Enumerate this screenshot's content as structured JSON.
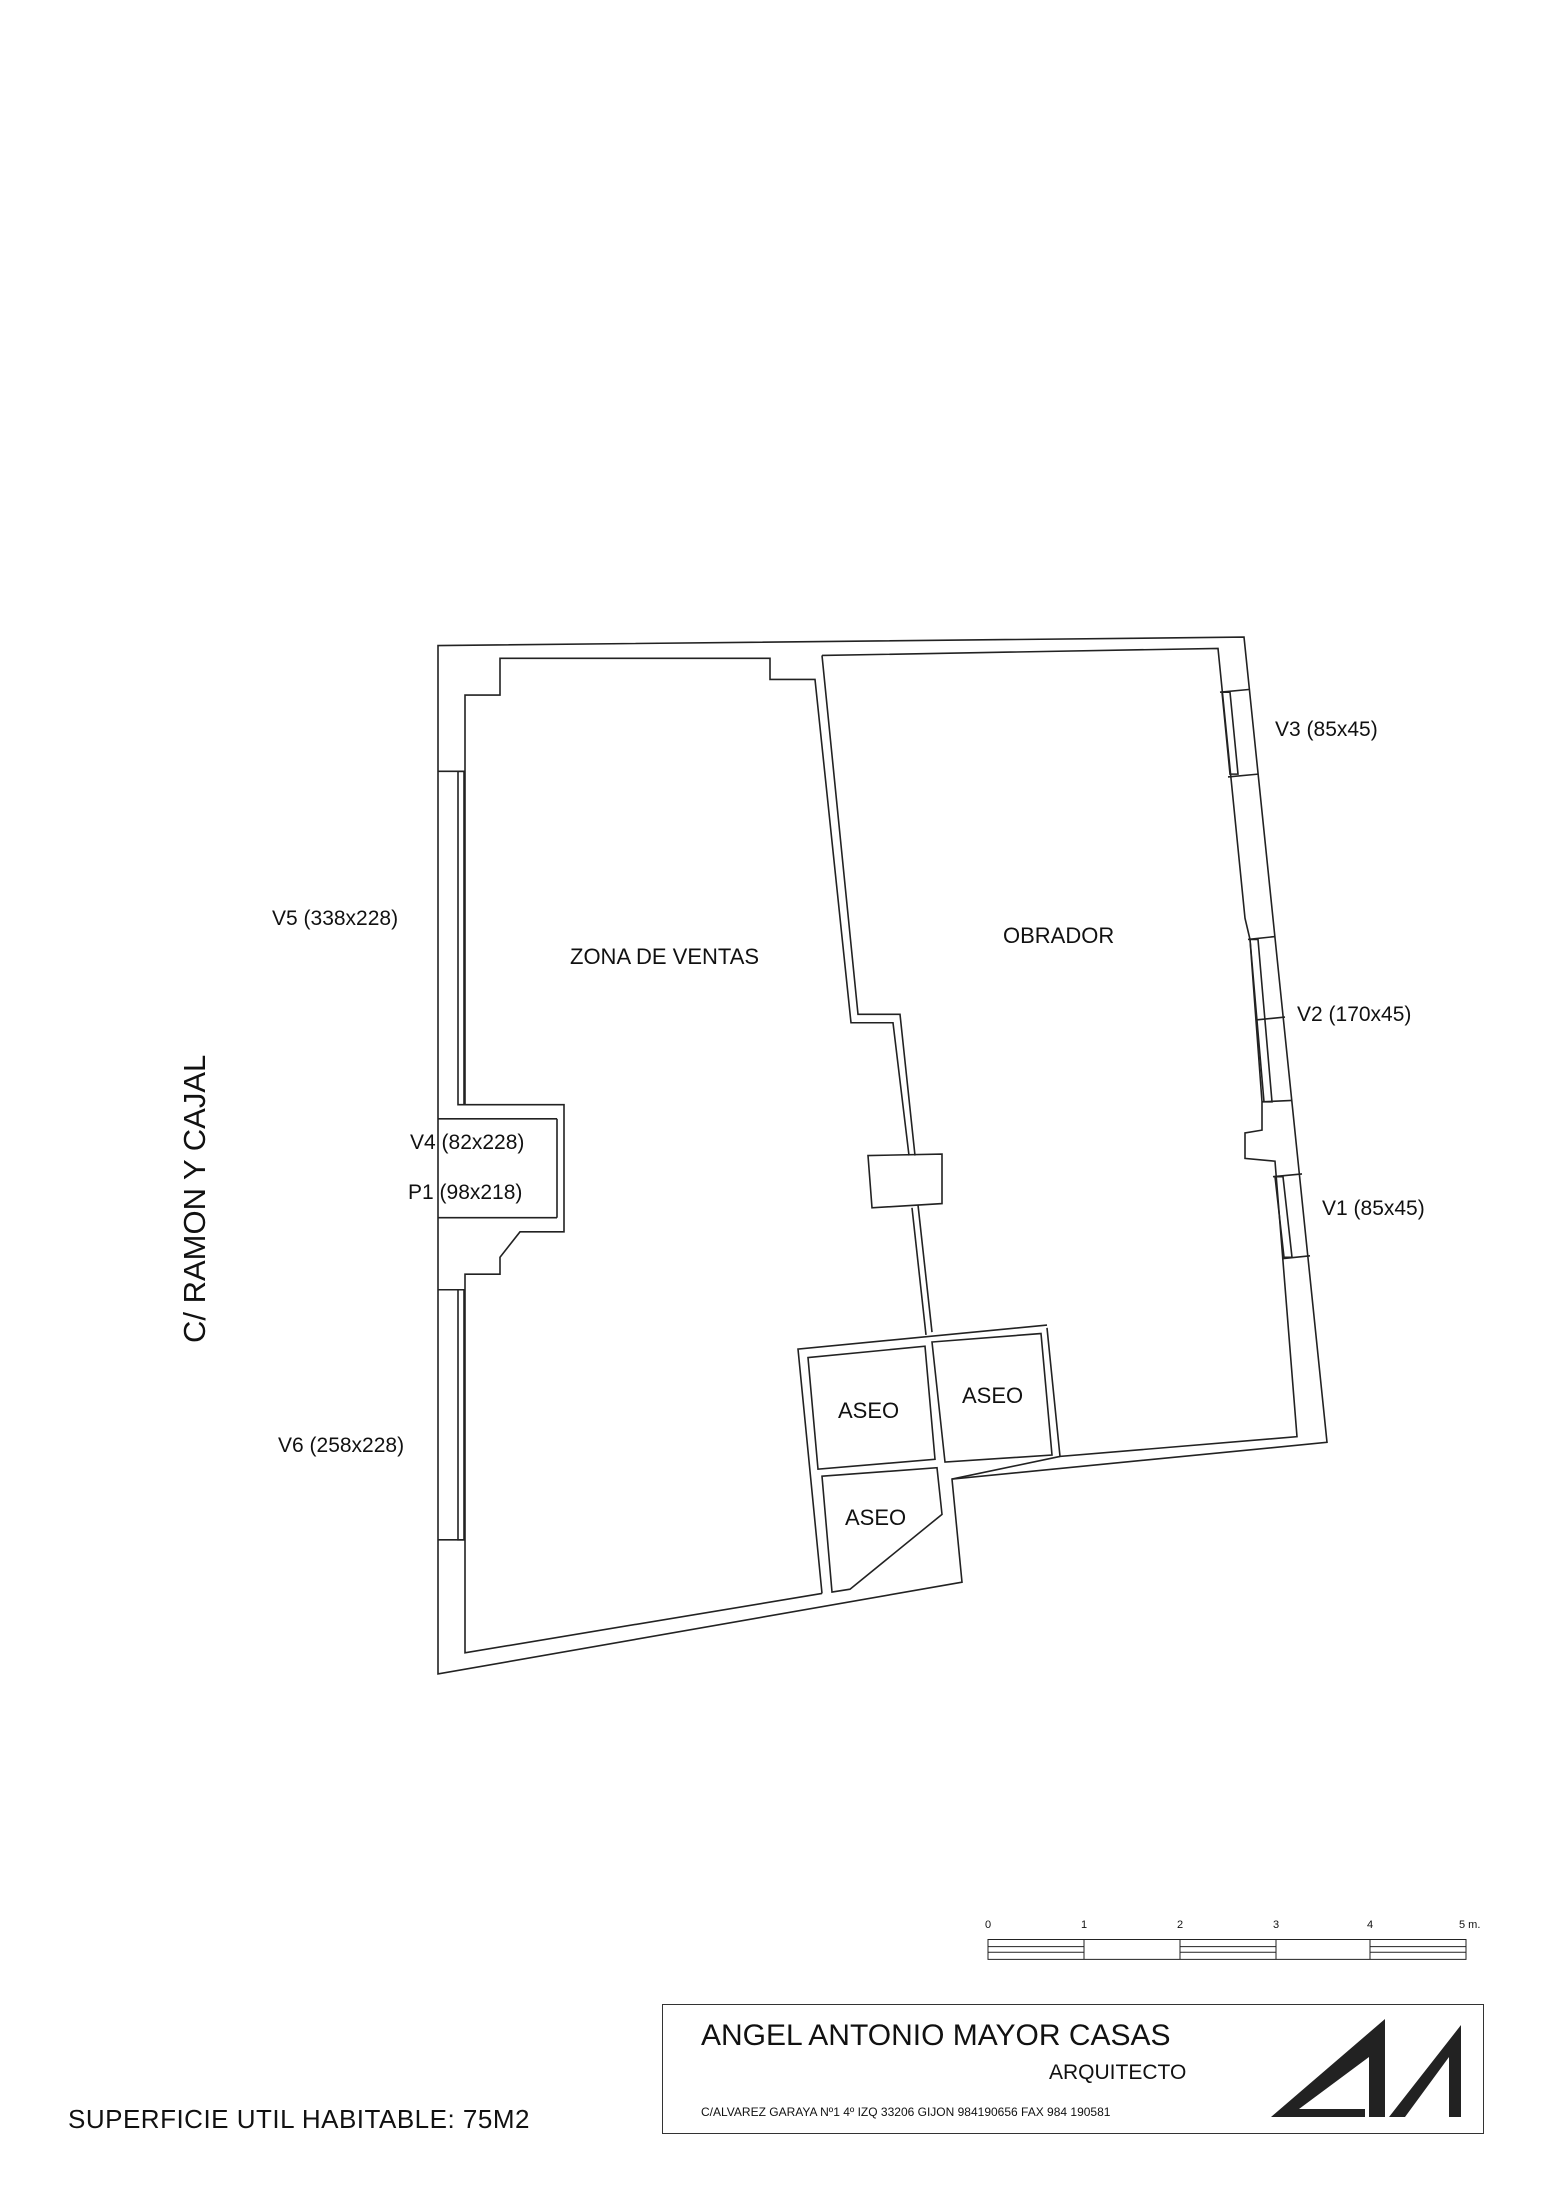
{
  "street_label": "C/ RAMON Y CAJAL",
  "rooms": {
    "zona_ventas": "ZONA DE VENTAS",
    "obrador": "OBRADOR",
    "aseo_1": "ASEO",
    "aseo_2": "ASEO",
    "aseo_3": "ASEO"
  },
  "openings": {
    "v1": "V1 (85x45)",
    "v2": "V2 (170x45)",
    "v3": "V3 (85x45)",
    "v4": "V4 (82x228)",
    "p1": "P1 (98x218)",
    "v5": "V5 (338x228)",
    "v6": "V6 (258x228)"
  },
  "scale_bar": {
    "ticks": [
      "0",
      "1",
      "2",
      "3",
      "4",
      "5 m."
    ]
  },
  "area_note": "SUPERFICIE UTIL HABITABLE:  75M2",
  "title_block": {
    "name": "ANGEL ANTONIO MAYOR CASAS",
    "role": "ARQUITECTO",
    "address": "C/ALVAREZ GARAYA Nº1 4º IZQ   33206   GIJON   984190656  FAX  984 190581",
    "logo_text": "AM"
  }
}
